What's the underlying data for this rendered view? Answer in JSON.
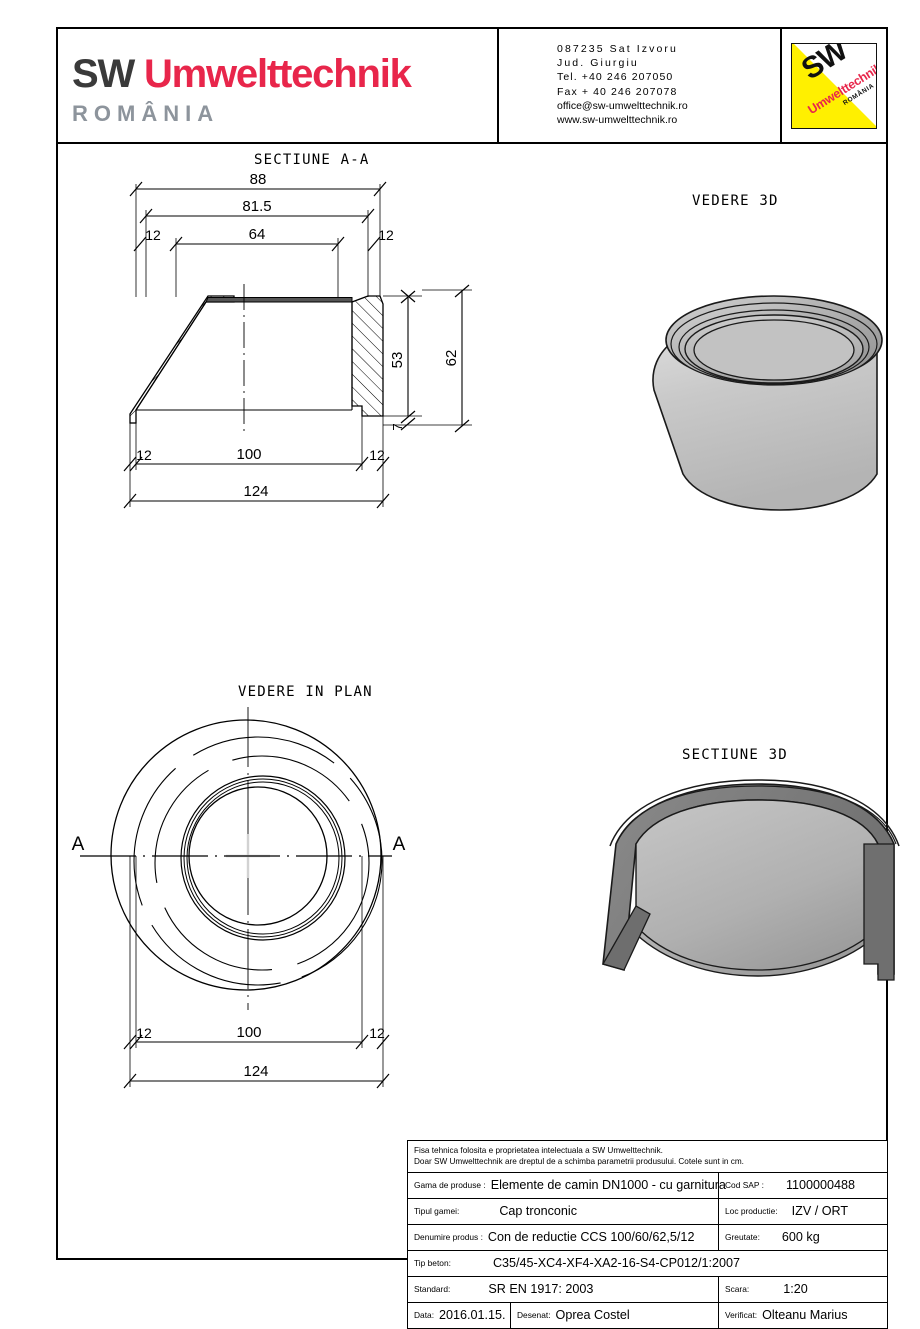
{
  "header": {
    "logo": {
      "part1": "SW",
      "part2": "Umwelttechnik",
      "subtitle": "ROMÂNIA"
    },
    "contact": {
      "line1": "087235 Sat Izvoru",
      "line2": "Jud.   Giurgiu",
      "line3": "Tel. +40 246 207050",
      "line4": "Fax + 40 246 207078",
      "line5": "office@sw-umwelttechnik.ro",
      "line6": "www.sw-umwelttechnik.ro"
    },
    "badge": {
      "sw": "SW",
      "umwelttechnik": "Umwelttechnik",
      "romania": "ROMÂNIA"
    }
  },
  "views": {
    "section_aa": {
      "title": "SECTIUNE A-A"
    },
    "view_3d": {
      "title": "VEDERE 3D"
    },
    "plan": {
      "title": "VEDERE IN PLAN"
    },
    "section_3d": {
      "title": "SECTIUNE 3D"
    }
  },
  "dimensions": {
    "section_top_overall": "88",
    "section_top_inner": "81.5",
    "section_top_bore": "64",
    "section_top_wall_left": "12",
    "section_top_wall_right": "12",
    "section_height_53": "53",
    "section_height_62": "62",
    "section_height_7": "7",
    "section_bottom_wall_left": "12",
    "section_bottom_inner": "100",
    "section_bottom_wall_right": "12",
    "section_bottom_overall": "124",
    "plan_wall_left": "12",
    "plan_inner": "100",
    "plan_wall_right": "12",
    "plan_overall": "124",
    "section_marker_left": "A",
    "section_marker_right": "A"
  },
  "title_block": {
    "note_line1": "Fisa tehnica folosita e proprietatea intelectuala a SW Umwelttechnik.",
    "note_line2": "Doar SW Umwelttechnik are dreptul de a schimba parametrii produsului. Cotele sunt in cm.",
    "rows": {
      "gama_label": "Gama de produse :",
      "gama_value": "Elemente de camin DN1000 - cu garnitura",
      "cod_sap_label": "Cod SAP :",
      "cod_sap_value": "1100000488",
      "tipul_label": "Tipul gamei:",
      "tipul_value": "Cap tronconic",
      "loc_label": "Loc productie:",
      "loc_value": "IZV / ORT",
      "denumire_label": "Denumire produs :",
      "denumire_value": "Con de reductie CCS 100/60/62,5/12",
      "greutate_label": "Greutate:",
      "greutate_value": "600 kg",
      "beton_label": "Tip beton:",
      "beton_value": "C35/45-XC4-XF4-XA2-16-S4-CP012/1:2007",
      "standard_label": "Standard:",
      "standard_value": "SR EN 1917: 2003",
      "scara_label": "Scara:",
      "scara_value": "1:20",
      "data_label": "Data:",
      "data_value": "2016.01.15.",
      "desenat_label": "Desenat:",
      "desenat_value": "Oprea Costel",
      "verificat_label": "Verificat:",
      "verificat_value": "Olteanu Marius"
    }
  }
}
